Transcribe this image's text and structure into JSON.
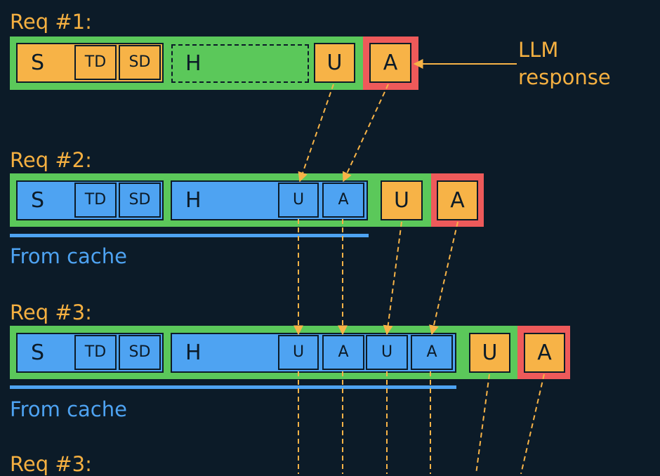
{
  "requests": [
    {
      "label": "Req #1:"
    },
    {
      "label": "Req #2:"
    },
    {
      "label": "Req #3:"
    },
    {
      "label": "Req #3:"
    }
  ],
  "blocks": {
    "S": "S",
    "TD": "TD",
    "SD": "SD",
    "H": "H",
    "U": "U",
    "A": "A"
  },
  "annotation": {
    "line1": "LLM",
    "line2": "response"
  },
  "cache_label": "From cache",
  "colors": {
    "background": "#0c1b28",
    "orange": "#f7b347",
    "blue": "#4ea3f2",
    "green": "#5bc85a",
    "red": "#ee5a5a"
  }
}
